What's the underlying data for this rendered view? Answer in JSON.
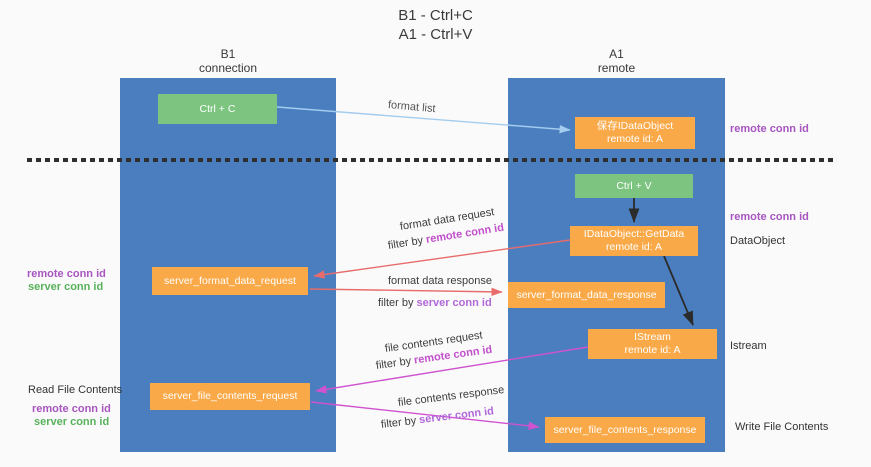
{
  "title": {
    "line1": "B1 - Ctrl+C",
    "line2": "A1 - Ctrl+V"
  },
  "columns": {
    "left": {
      "name": "B1",
      "subtitle": "connection"
    },
    "right": {
      "name": "A1",
      "subtitle": "remote"
    }
  },
  "boxes": {
    "ctrl_c": "Ctrl + C",
    "ctrl_v": "Ctrl + V",
    "save_dataobject": {
      "line1": "保存IDataObject",
      "line2": "remote id: A"
    },
    "getdata": {
      "line1": "IDataObject::GetData",
      "line2": "remote id: A"
    },
    "istream": {
      "line1": "IStream",
      "line2": "remote id: A"
    },
    "format_request": "server_format_data_request",
    "format_response": "server_format_data_response",
    "file_request": "server_file_contents_request",
    "file_response": "server_file_contents_response"
  },
  "side_labels": {
    "remote_conn_id": "remote conn id",
    "server_conn_id": "server conn id",
    "dataobject": "DataObject",
    "istream": "Istream",
    "read_file_contents": "Read File Contents",
    "write_file_contents": "Write File Contents"
  },
  "arrow_labels": {
    "format_list": "format list",
    "format_data_request": "format data request",
    "format_data_response": "format data response",
    "file_contents_request": "file contents request",
    "file_contents_response": "file contents response",
    "filter_by": "filter by",
    "remote_conn_id": "remote conn id",
    "server_conn_id": "server conn id"
  },
  "colors": {
    "column_blue": "#4a7ebe",
    "box_green": "#7cc47f",
    "box_orange": "#f9a948",
    "arrow_blue": "#a3ccef",
    "arrow_black": "#2b2b2b",
    "arrow_red": "#e86c6c",
    "arrow_magenta": "#cf52cf",
    "label_purple": "#a855c0",
    "label_green": "#57b25b",
    "filter_remote": "#c24fcb",
    "filter_server": "#b168d9"
  }
}
